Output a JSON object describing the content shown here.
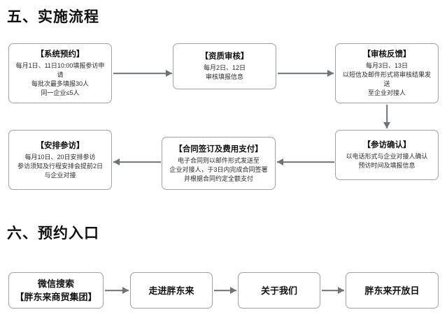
{
  "sections": [
    {
      "title": "五、实施流程"
    },
    {
      "title": "六、预约入口"
    }
  ],
  "flow1": {
    "boxes": [
      {
        "header": "【系统预约】",
        "body": "每月1日、11日10:00填报参访申请\n每批次最多填报30人\n同一企业≤5人"
      },
      {
        "header": "【资质审核】",
        "body": "每月2日、12日\n审核填报信息"
      },
      {
        "header": "【审核反馈】",
        "body": "每月3日、13日\n以短信及邮件形式将审核结果发送\n至企业对接人"
      },
      {
        "header": "【参访确认】",
        "body": "以电话形式与企业对接人确认\n预访时间及填报信息"
      },
      {
        "header": "【合同签订及费用支付】",
        "body": "电子合同则以邮件形式发送至\n企业对接人，于3日内完成合同签署\n并根据合同约定全额支付"
      },
      {
        "header": "【安排参访】",
        "body": "每月10日、20日安排参访\n参访须知及行程安排会提前2日\n与企业对接"
      }
    ],
    "arrows": [
      "arrow-system-to-review",
      "arrow-review-to-feedback",
      "arrow-feedback-to-confirm",
      "arrow-confirm-to-contract",
      "arrow-contract-to-schedule"
    ]
  },
  "flow2": {
    "boxes": [
      {
        "header": "微信搜索\n【胖东来商贸集团】"
      },
      {
        "header": "走进胖东来"
      },
      {
        "header": "关于我们"
      },
      {
        "header": "胖东来开放日"
      }
    ],
    "arrows": [
      "arrow-wechat-to-about",
      "arrow-about-to-aboutus",
      "arrow-aboutus-to-openday"
    ]
  },
  "colors": {
    "box_border": "#9fa3a6",
    "arrow": "#6f7376",
    "text": "#1a1a1a"
  }
}
